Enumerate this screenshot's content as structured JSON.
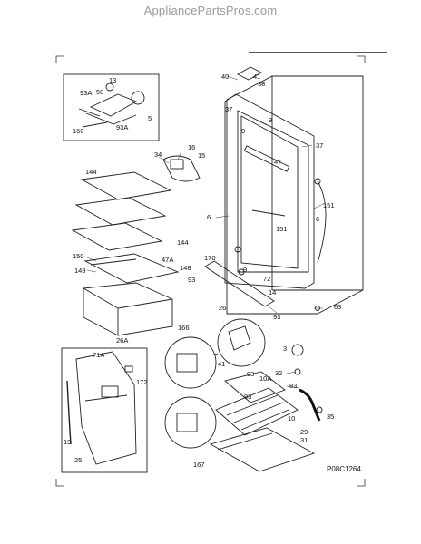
{
  "header": {
    "site": "AppliancePartsPros.com"
  },
  "diagram_code": "P08C1264",
  "callouts": [
    {
      "id": "c40",
      "text": "40"
    },
    {
      "id": "c41a",
      "text": "41"
    },
    {
      "id": "c38",
      "text": "38"
    },
    {
      "id": "c9a",
      "text": "9"
    },
    {
      "id": "c9b",
      "text": "9"
    },
    {
      "id": "c37a",
      "text": "37"
    },
    {
      "id": "c37b",
      "text": "37"
    },
    {
      "id": "c13",
      "text": "13"
    },
    {
      "id": "c93a1",
      "text": "93A"
    },
    {
      "id": "c50",
      "text": "50"
    },
    {
      "id": "c5",
      "text": "5"
    },
    {
      "id": "c93a2",
      "text": "93A"
    },
    {
      "id": "c160",
      "text": "160"
    },
    {
      "id": "c34",
      "text": "34"
    },
    {
      "id": "c16",
      "text": "16"
    },
    {
      "id": "c15",
      "text": "15"
    },
    {
      "id": "c47",
      "text": "47"
    },
    {
      "id": "c144a",
      "text": "144"
    },
    {
      "id": "c6a",
      "text": "6"
    },
    {
      "id": "c6b",
      "text": "6"
    },
    {
      "id": "c151a",
      "text": "151"
    },
    {
      "id": "c151b",
      "text": "151"
    },
    {
      "id": "c144b",
      "text": "144"
    },
    {
      "id": "c150",
      "text": "150"
    },
    {
      "id": "c170",
      "text": "170"
    },
    {
      "id": "c149",
      "text": "149"
    },
    {
      "id": "c47a",
      "text": "47A"
    },
    {
      "id": "c148",
      "text": "148"
    },
    {
      "id": "c9c",
      "text": "9"
    },
    {
      "id": "c72",
      "text": "72"
    },
    {
      "id": "c93b",
      "text": "93"
    },
    {
      "id": "c14",
      "text": "14"
    },
    {
      "id": "c26",
      "text": "26"
    },
    {
      "id": "c93c",
      "text": "93"
    },
    {
      "id": "c63",
      "text": "63"
    },
    {
      "id": "c26a",
      "text": "26A"
    },
    {
      "id": "c166",
      "text": "166"
    },
    {
      "id": "c71a",
      "text": "71A"
    },
    {
      "id": "c172",
      "text": "172"
    },
    {
      "id": "c41b",
      "text": "41"
    },
    {
      "id": "c3",
      "text": "3"
    },
    {
      "id": "c93d",
      "text": "93"
    },
    {
      "id": "c10a",
      "text": "10A"
    },
    {
      "id": "c32",
      "text": "32"
    },
    {
      "id": "c93e",
      "text": "93"
    },
    {
      "id": "c83",
      "text": "83"
    },
    {
      "id": "c35",
      "text": "35"
    },
    {
      "id": "c19",
      "text": "19"
    },
    {
      "id": "c10",
      "text": "10"
    },
    {
      "id": "c29",
      "text": "29"
    },
    {
      "id": "c31",
      "text": "31"
    },
    {
      "id": "c167",
      "text": "167"
    },
    {
      "id": "c25",
      "text": "25"
    }
  ]
}
